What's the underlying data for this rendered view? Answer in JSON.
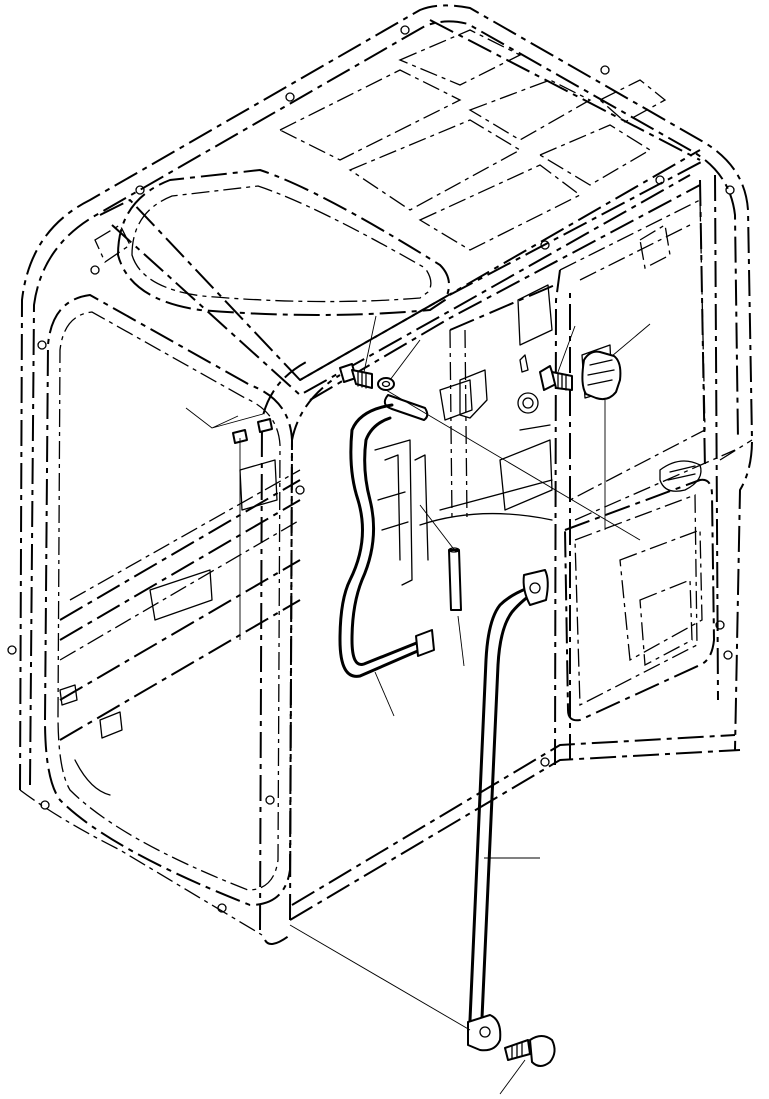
{
  "diagram": {
    "background": "#ffffff",
    "ink": "#000000",
    "parts": [
      {
        "id": "cab-frame-phantom",
        "style": "phantom"
      },
      {
        "id": "rear-handrail",
        "style": "solid"
      },
      {
        "id": "front-grab-bar",
        "style": "solid"
      },
      {
        "id": "mount-bolt-top",
        "style": "solid"
      },
      {
        "id": "washer",
        "style": "solid"
      },
      {
        "id": "mount-bolt-right",
        "style": "solid"
      },
      {
        "id": "cap-plug",
        "style": "solid"
      },
      {
        "id": "spacer-pin",
        "style": "solid"
      },
      {
        "id": "clip-pair",
        "style": "solid"
      },
      {
        "id": "bottom-bolt",
        "style": "solid"
      }
    ]
  }
}
